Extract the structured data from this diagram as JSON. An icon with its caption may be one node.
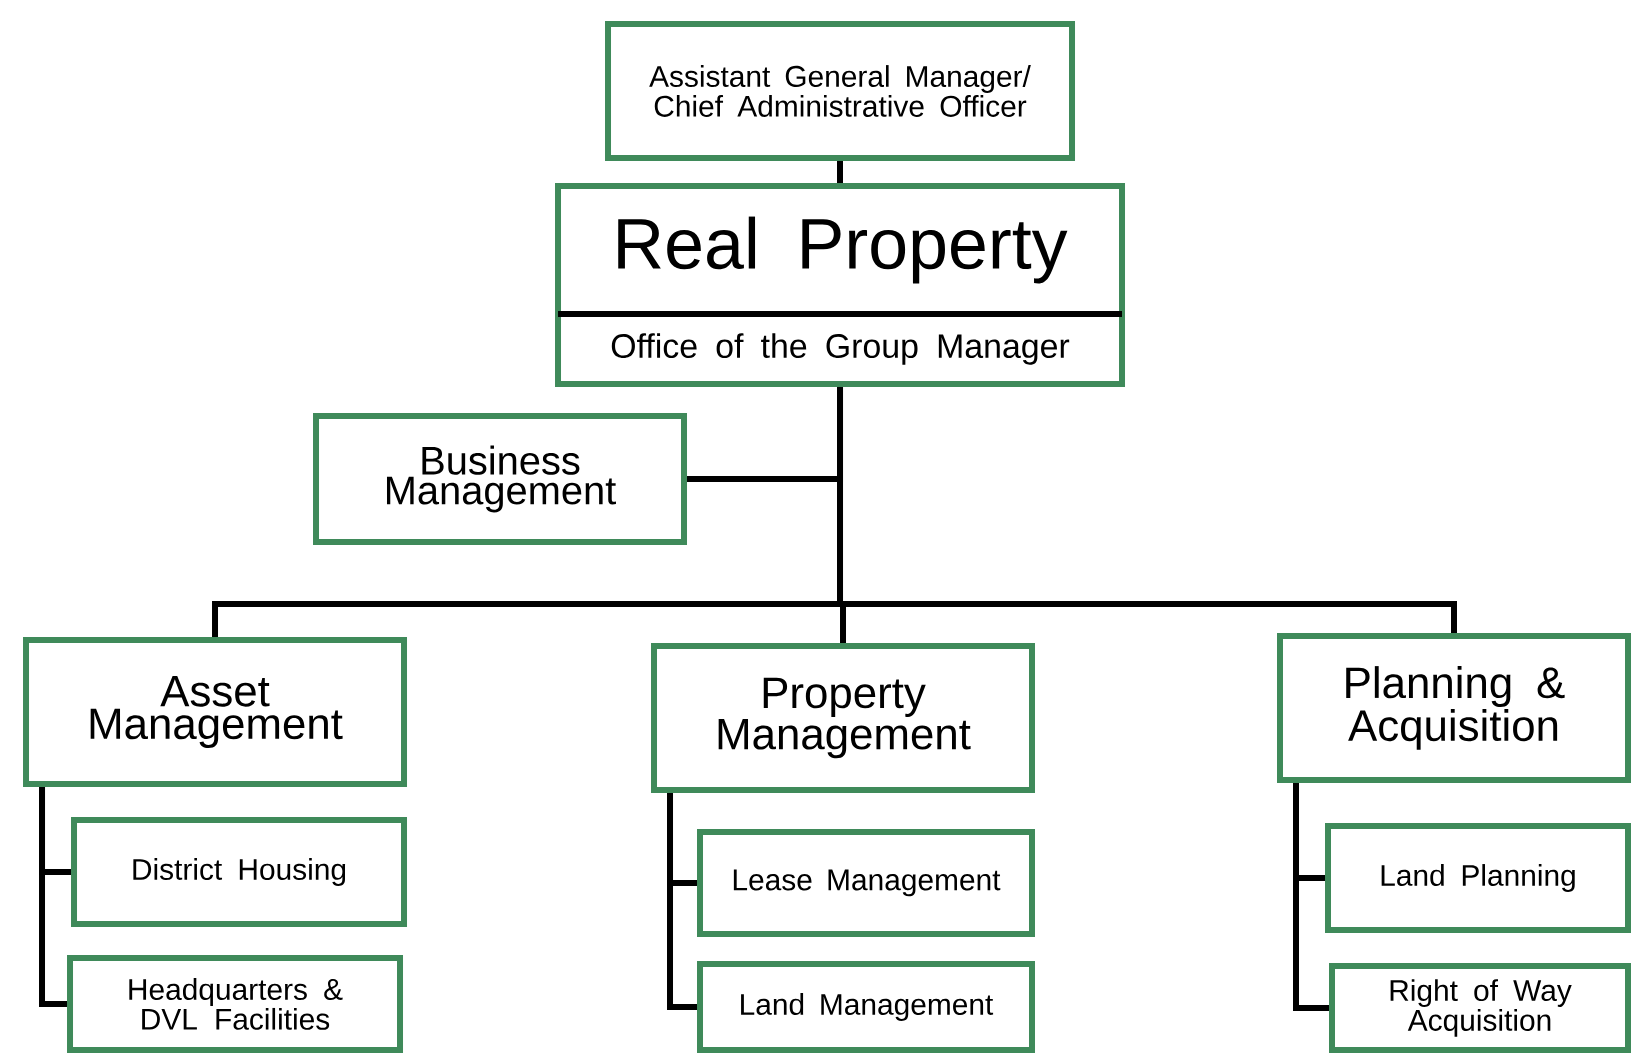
{
  "diagram": {
    "nodes": [
      {
        "text": [
          "Assistant General Manager/ Chief Administrative Officer"
        ]
      },
      {
        "text": [
          "Real Property",
          "Office of the Group Manager"
        ]
      },
      {
        "text": [
          "Business Management"
        ]
      },
      {
        "text": [
          "Asset Management"
        ]
      },
      {
        "text": [
          "Property Management"
        ]
      },
      {
        "text": [
          "Planning & Acquisition"
        ]
      },
      {
        "text": [
          "District Housing"
        ]
      },
      {
        "text": [
          "Headquarters & DVL Facilities"
        ]
      },
      {
        "text": [
          "Lease Management"
        ]
      },
      {
        "text": [
          "Land Management"
        ]
      },
      {
        "text": [
          "Land Planning"
        ]
      },
      {
        "text": [
          "Right of Way Acquisition"
        ]
      }
    ],
    "edges": [
      {
        "from": 0,
        "to": 1,
        "arrow": "none"
      },
      {
        "from": 1,
        "to": 2,
        "arrow": "none"
      },
      {
        "from": 1,
        "to": 3,
        "arrow": "none"
      },
      {
        "from": 1,
        "to": 4,
        "arrow": "none"
      },
      {
        "from": 1,
        "to": 5,
        "arrow": "none"
      },
      {
        "from": 3,
        "to": 6,
        "arrow": "none"
      },
      {
        "from": 3,
        "to": 7,
        "arrow": "none"
      },
      {
        "from": 4,
        "to": 8,
        "arrow": "none"
      },
      {
        "from": 4,
        "to": 9,
        "arrow": "none"
      },
      {
        "from": 5,
        "to": 10,
        "arrow": "none"
      },
      {
        "from": 5,
        "to": 11,
        "arrow": "none"
      }
    ]
  }
}
